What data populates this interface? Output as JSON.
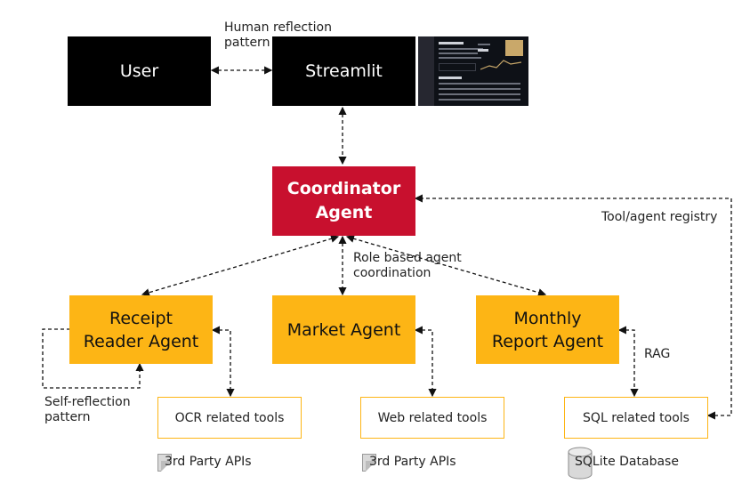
{
  "nodes": {
    "user": "User",
    "streamlit": "Streamlit",
    "coordinator_line1": "Coordinator",
    "coordinator_line2": "Agent",
    "receipt_line1": "Receipt",
    "receipt_line2": "Reader Agent",
    "market": "Market Agent",
    "monthly_line1": "Monthly",
    "monthly_line2": "Report Agent"
  },
  "tools": {
    "ocr": "OCR related tools",
    "web": "Web related tools",
    "sql": "SQL related tools"
  },
  "external": {
    "ocr_source": "3rd Party APIs",
    "web_source": "3rd Party APIs",
    "sql_source": "SQLite Database"
  },
  "labels": {
    "human_reflection_line1": "Human reflection",
    "human_reflection_line2": "pattern",
    "registry": "Tool/agent registry",
    "role_line1": "Role based agent",
    "role_line2": "coordination",
    "rag": "RAG",
    "self_reflection_line1": "Self-reflection",
    "self_reflection_line2": "pattern"
  },
  "colors": {
    "coordinator": "#c8102e",
    "agent": "#fdb515",
    "interface": "#000000",
    "tool_border": "#fdb515"
  }
}
